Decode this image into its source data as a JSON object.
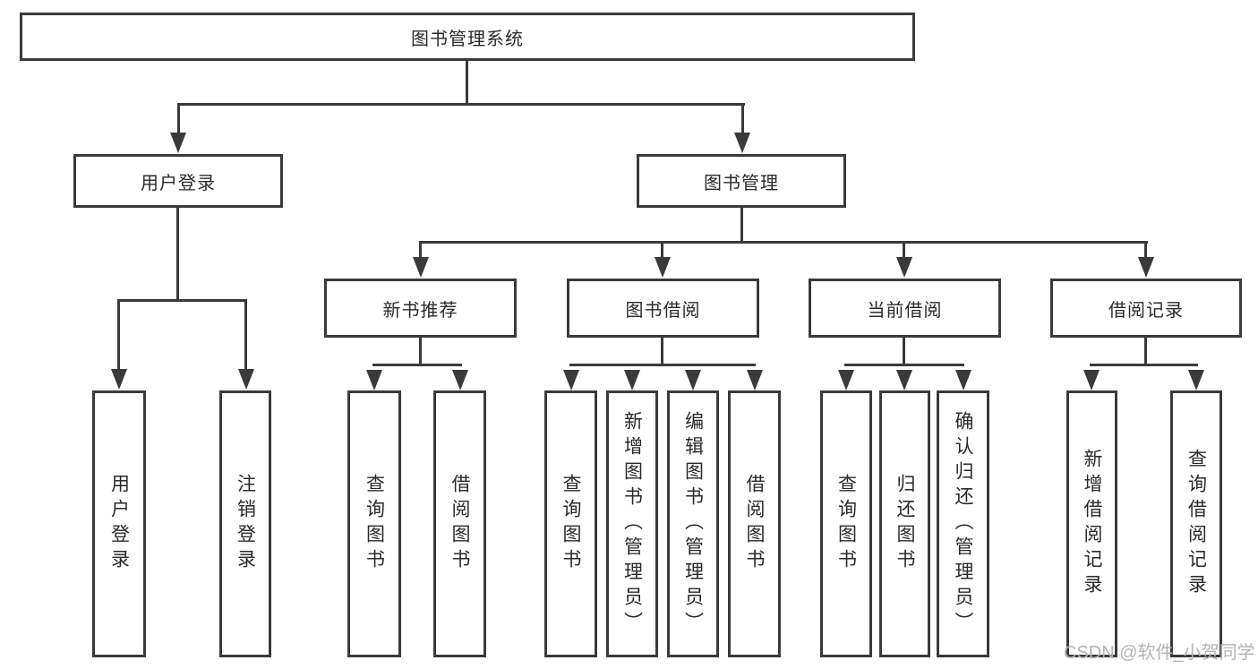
{
  "diagram": {
    "title": "图书管理系统",
    "root": {
      "label": "图书管理系统"
    },
    "level2": [
      {
        "label": "用户登录"
      },
      {
        "label": "图书管理"
      }
    ],
    "level3": [
      {
        "label": "新书推荐"
      },
      {
        "label": "图书借阅"
      },
      {
        "label": "当前借阅"
      },
      {
        "label": "借阅记录"
      }
    ],
    "leaves": {
      "user_login": [
        {
          "label": "用户登录"
        },
        {
          "label": "注销登录"
        }
      ],
      "new_book": [
        {
          "label": "查询图书"
        },
        {
          "label": "借阅图书"
        }
      ],
      "borrow": [
        {
          "label": "查询图书"
        },
        {
          "label": "新增图书（管理员）"
        },
        {
          "label": "编辑图书（管理员）"
        },
        {
          "label": "借阅图书"
        }
      ],
      "current": [
        {
          "label": "查询图书"
        },
        {
          "label": "归还图书"
        },
        {
          "label": "确认归还（管理员）"
        }
      ],
      "records": [
        {
          "label": "新增借阅记录"
        },
        {
          "label": "查询借阅记录"
        }
      ]
    },
    "watermark": "CSDN @软件_小贺同学",
    "colors": {
      "line": "#3a3a3a",
      "text": "#2a2a2a",
      "watermark": "#b3b3b3",
      "background": "#ffffff"
    }
  }
}
